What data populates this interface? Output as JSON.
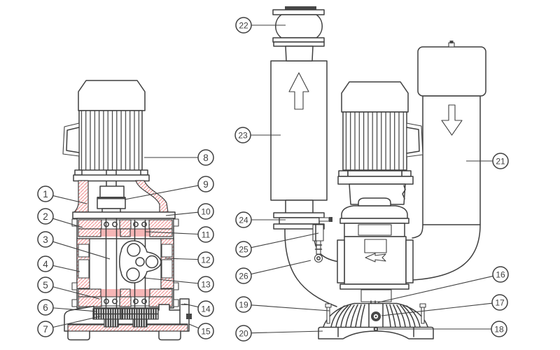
{
  "figure": {
    "type": "parts-identification-diagram",
    "views": [
      {
        "id": "cross-section",
        "name": "vacuum-pump-cross-section",
        "callouts": [
          {
            "label": "1",
            "circle": [
              65,
              277
            ],
            "target": [
              124,
              291
            ]
          },
          {
            "label": "2",
            "circle": [
              65,
              309
            ],
            "target": [
              118,
              325
            ]
          },
          {
            "label": "3",
            "circle": [
              65,
              342
            ],
            "target": [
              157,
              370
            ]
          },
          {
            "label": "4",
            "circle": [
              65,
              377
            ],
            "target": [
              114,
              388
            ]
          },
          {
            "label": "5",
            "circle": [
              65,
              407
            ],
            "target": [
              142,
              427
            ]
          },
          {
            "label": "6",
            "circle": [
              65,
              439
            ],
            "target": [
              139,
              445
            ]
          },
          {
            "label": "7",
            "circle": [
              65,
              470
            ],
            "target": [
              143,
              452
            ]
          },
          {
            "label": "8",
            "circle": [
              294,
              225
            ],
            "target": [
              206,
              225
            ]
          },
          {
            "label": "9",
            "circle": [
              294,
              263
            ],
            "target": [
              178,
              285
            ]
          },
          {
            "label": "10",
            "circle": [
              294,
              302
            ],
            "target": [
              237,
              308
            ]
          },
          {
            "label": "11",
            "circle": [
              294,
              335
            ],
            "target": [
              208,
              331
            ]
          },
          {
            "label": "12",
            "circle": [
              294,
              371
            ],
            "target": [
              236,
              369
            ]
          },
          {
            "label": "13",
            "circle": [
              294,
              406
            ],
            "target": [
              206,
              397
            ]
          },
          {
            "label": "14",
            "circle": [
              294,
              441
            ],
            "target": [
              263,
              434
            ]
          },
          {
            "label": "15",
            "circle": [
              294,
              473
            ],
            "target": [
              270,
              463
            ]
          }
        ]
      },
      {
        "id": "assembly",
        "name": "vacuum-pump-assembly",
        "flow_arrows": [
          {
            "icon": "flow-up-arrow-icon",
            "direction": "up",
            "location": "inlet-silencer"
          },
          {
            "icon": "flow-down-arrow-icon",
            "direction": "down",
            "location": "exhaust-filter"
          },
          {
            "icon": "flow-left-arrow-icon",
            "direction": "left",
            "location": "pump-body"
          }
        ],
        "callouts": [
          {
            "label": "22",
            "circle": [
              348,
              36
            ],
            "target": [
              408,
              36
            ]
          },
          {
            "label": "23",
            "circle": [
              347,
              193
            ],
            "target": [
              401,
              193
            ]
          },
          {
            "label": "24",
            "circle": [
              348,
              314
            ],
            "target": [
              408,
              314
            ]
          },
          {
            "label": "25",
            "circle": [
              348,
              356
            ],
            "target": [
              455,
              333
            ]
          },
          {
            "label": "26",
            "circle": [
              348,
              394
            ],
            "target": [
              444,
              372
            ]
          },
          {
            "label": "19",
            "circle": [
              348,
              435
            ],
            "target": [
              471,
              444
            ]
          },
          {
            "label": "20",
            "circle": [
              348,
              476
            ],
            "target": [
              461,
              473
            ]
          },
          {
            "label": "21",
            "circle": [
              715,
              230
            ],
            "target": [
              666,
              230
            ]
          },
          {
            "label": "16",
            "circle": [
              715,
              392
            ],
            "target": [
              540,
              432
            ]
          },
          {
            "label": "17",
            "circle": [
              714,
              432
            ],
            "target": [
              545,
              451
            ]
          },
          {
            "label": "18",
            "circle": [
              713,
              470
            ],
            "target": [
              541,
              470
            ]
          }
        ]
      }
    ]
  },
  "style": {
    "background": "#ffffff",
    "line_color": "#3f3f3f",
    "hatch_color": "#ee8e8e",
    "seal_band_color": "#f6b6b6",
    "dark_fill": "#474747",
    "callout_radius": 11,
    "callout_font_size": 13.5,
    "callout_font_size_2digit": 12,
    "leader_width": 1.1
  }
}
